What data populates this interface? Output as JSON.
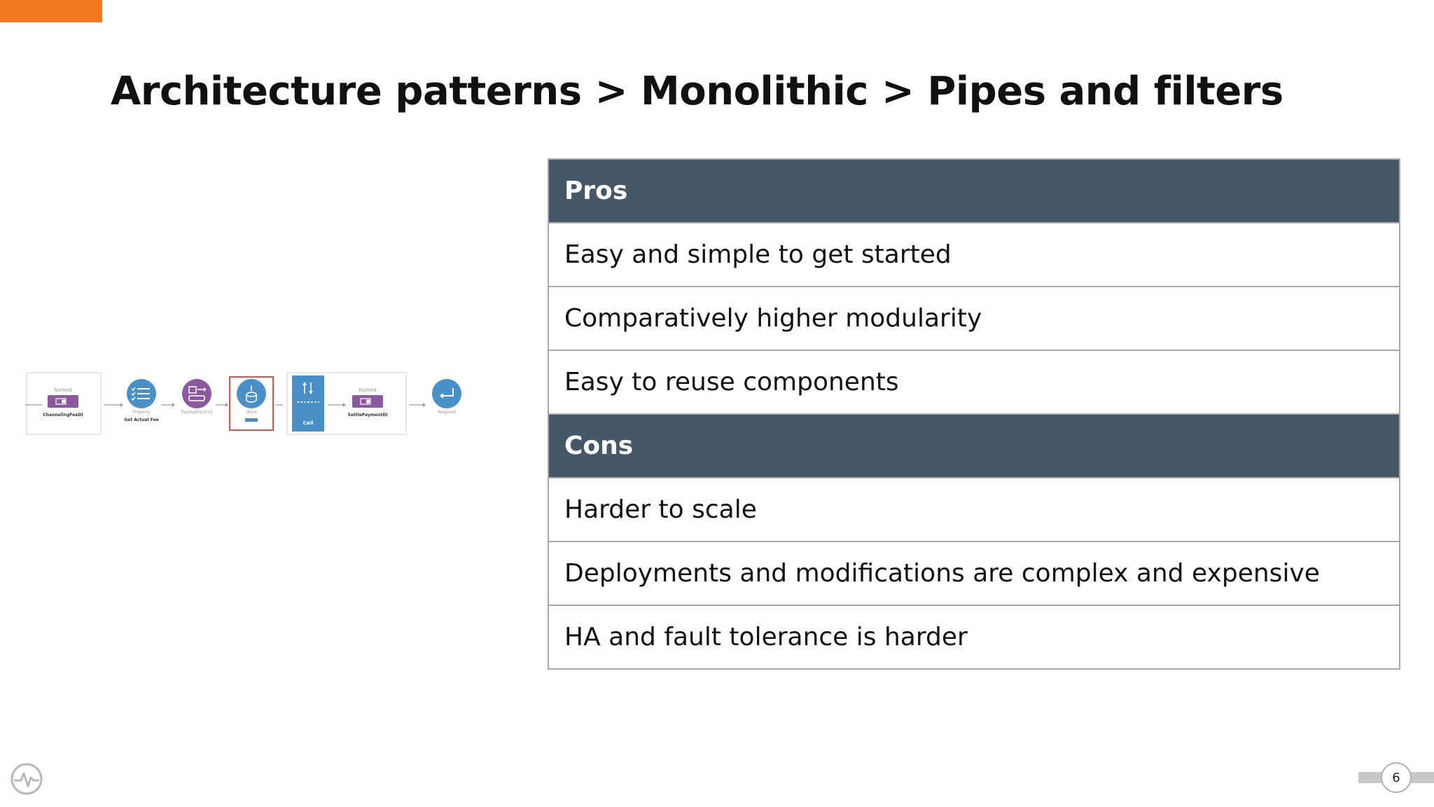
{
  "slide": {
    "title": "Architecture patterns > Monolithic > Pipes and filters",
    "page_number": "6"
  },
  "table": {
    "pros_header": "Pros",
    "pros": [
      "Easy and simple to get started",
      "Comparatively higher modularity",
      "Easy to reuse components"
    ],
    "cons_header": "Cons",
    "cons": [
      "Harder to scale",
      "Deployments and modifications are complex and expensive",
      "HA and fault tolerance is harder"
    ]
  },
  "flow_diagram": {
    "nodes": [
      {
        "type": "Named",
        "name": "ChannelingFeeDI"
      },
      {
        "type": "Property",
        "name": "Get Actual Fee"
      },
      {
        "type": "PayloadFactory",
        "name": ""
      },
      {
        "type": "Store",
        "name": ""
      },
      {
        "type": "Call",
        "name": ""
      },
      {
        "type": "Named",
        "name": "SettlePaymentDI"
      },
      {
        "type": "Respond",
        "name": ""
      }
    ]
  },
  "colors": {
    "accent": "#f47a20",
    "table_header": "#465868",
    "node_blue": "#4a90c8",
    "node_purple": "#8b5a9e",
    "highlight_red": "#d9534f"
  }
}
